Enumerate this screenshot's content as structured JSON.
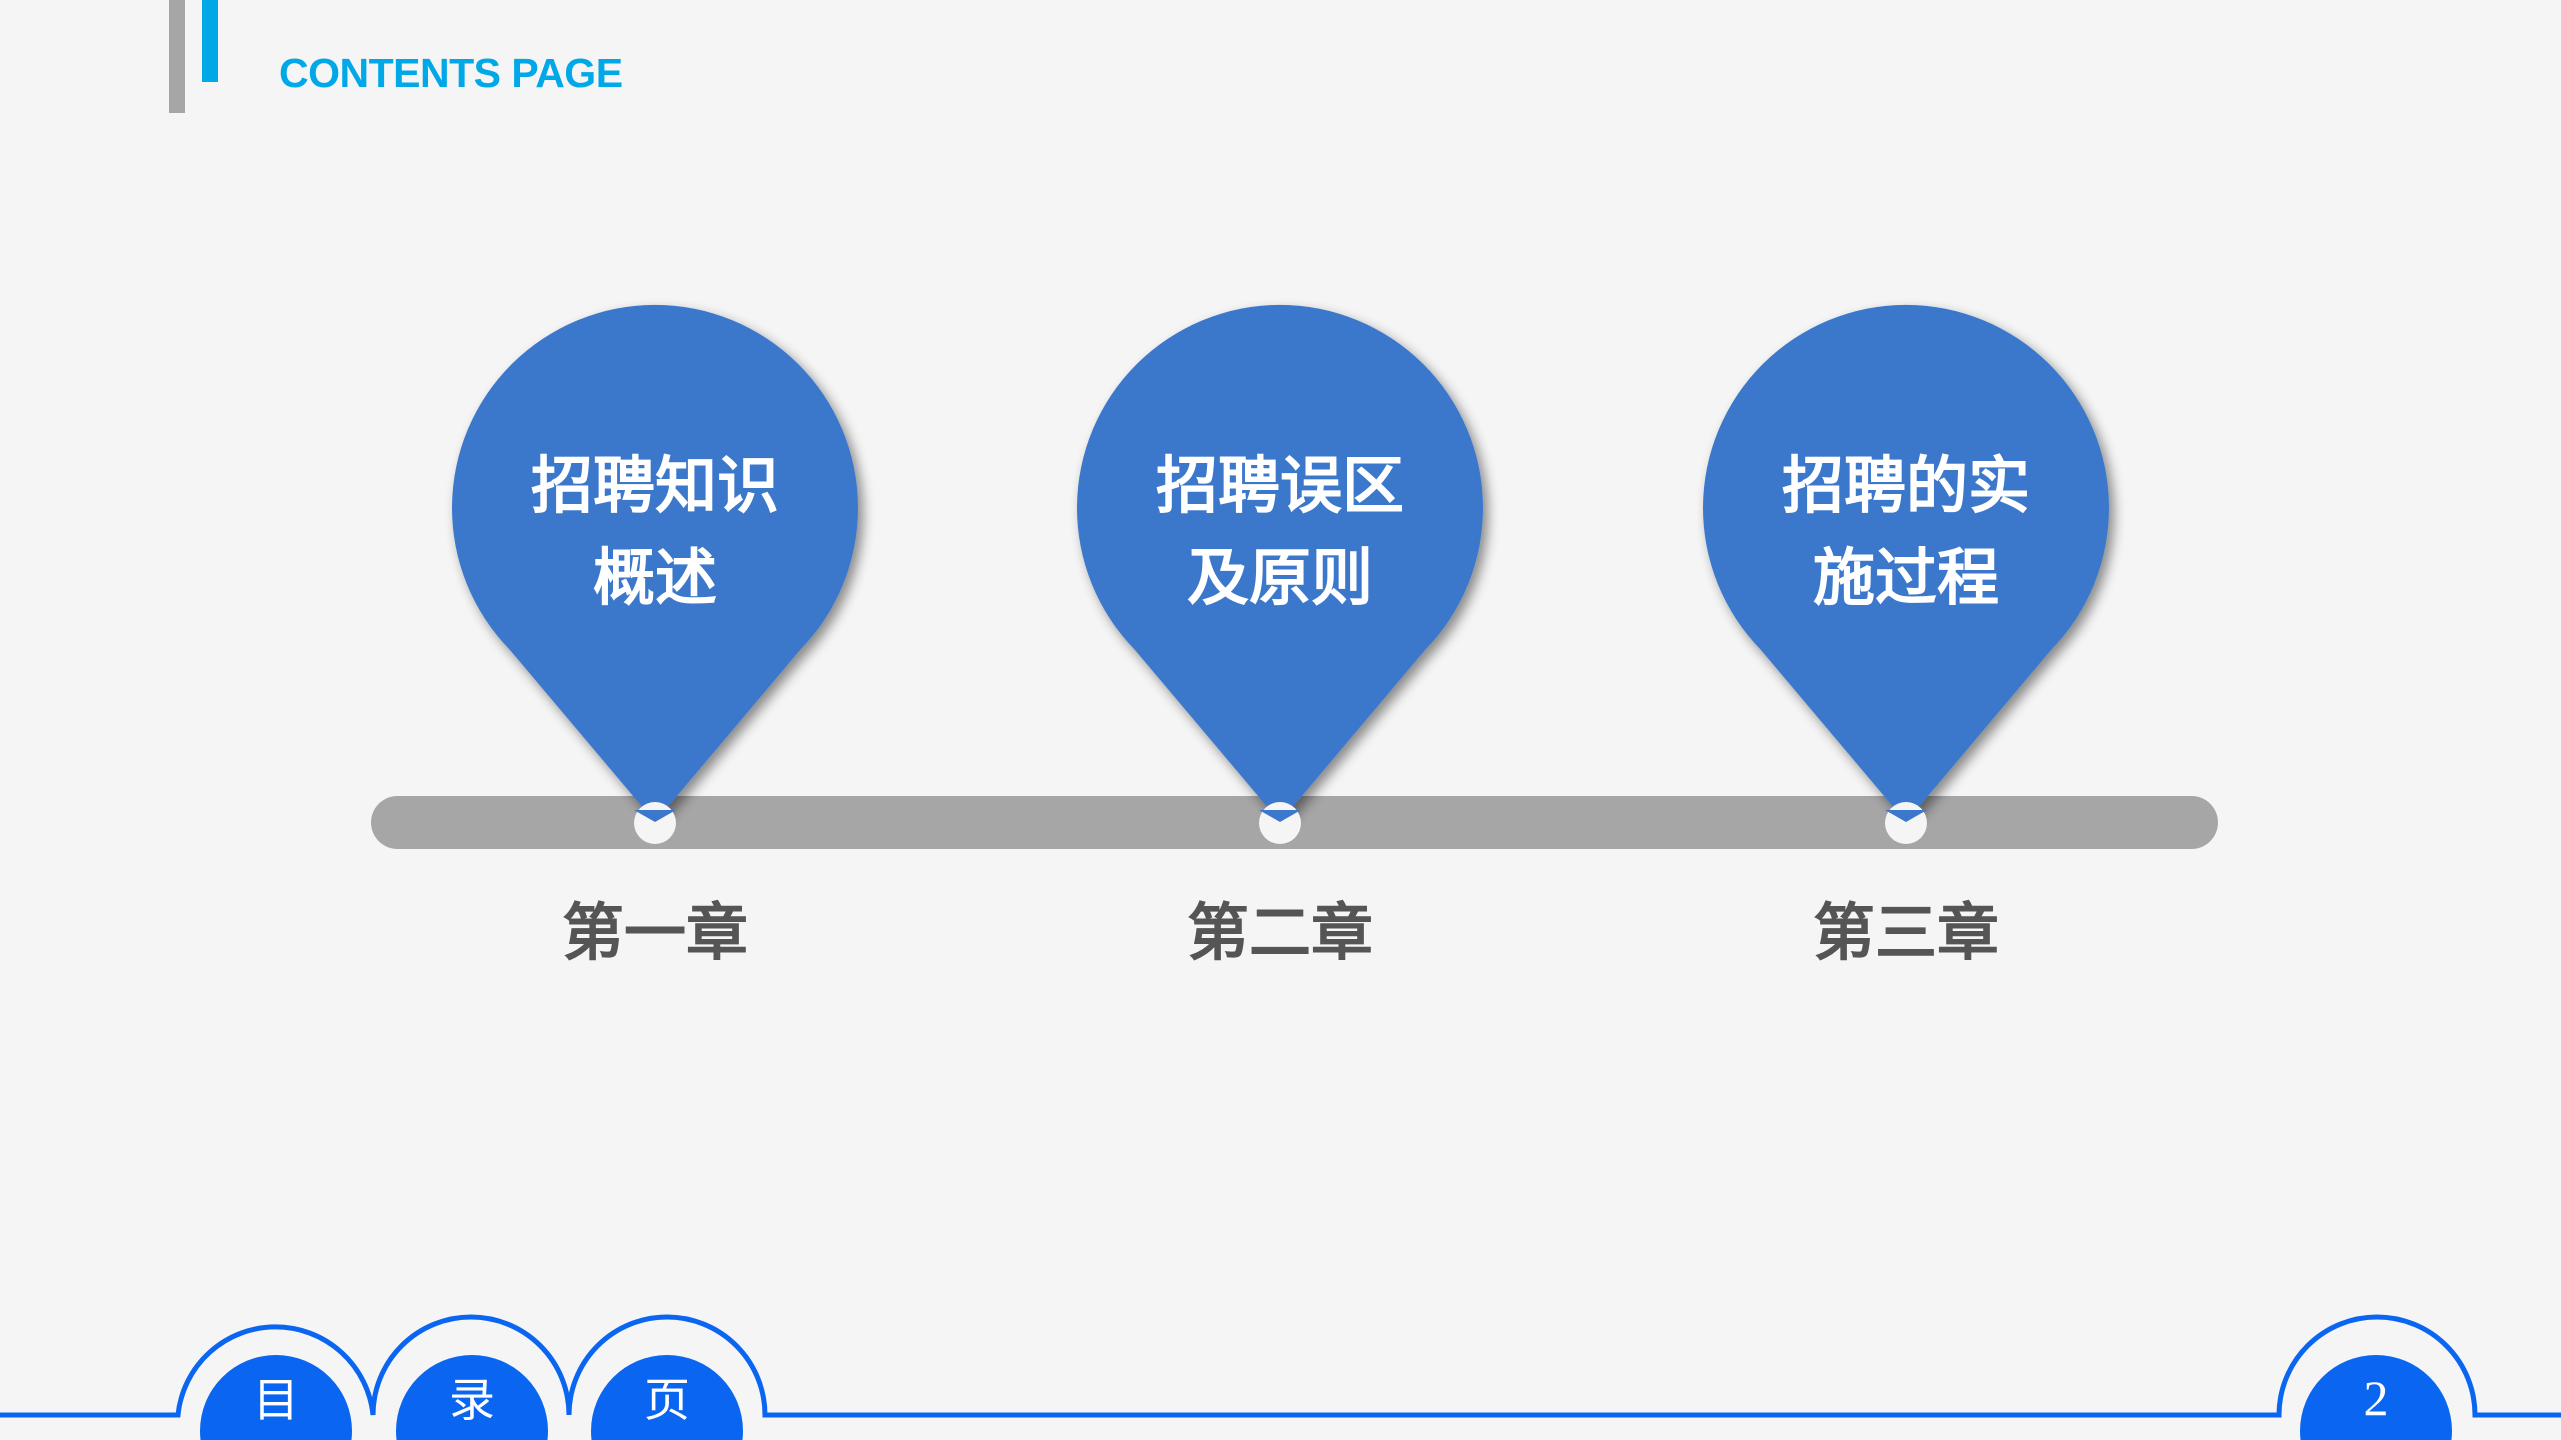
{
  "header": {
    "title": "CONTENTS PAGE",
    "accent_color": "#00a8e8",
    "bar_gray_color": "#a6a6a6"
  },
  "timeline": {
    "bar_color": "#a6a6a6",
    "pin_color": "#3b78cc",
    "items": [
      {
        "chapter": "第一章",
        "title_line1": "招聘知识",
        "title_line2": "概述"
      },
      {
        "chapter": "第二章",
        "title_line1": "招聘误区",
        "title_line2": "及原则"
      },
      {
        "chapter": "第三章",
        "title_line1": "招聘的实",
        "title_line2": "施过程"
      }
    ]
  },
  "footer": {
    "tabs": [
      {
        "label": "目"
      },
      {
        "label": "录"
      },
      {
        "label": "页"
      }
    ],
    "page_number": "2",
    "color": "#0a66f0"
  }
}
